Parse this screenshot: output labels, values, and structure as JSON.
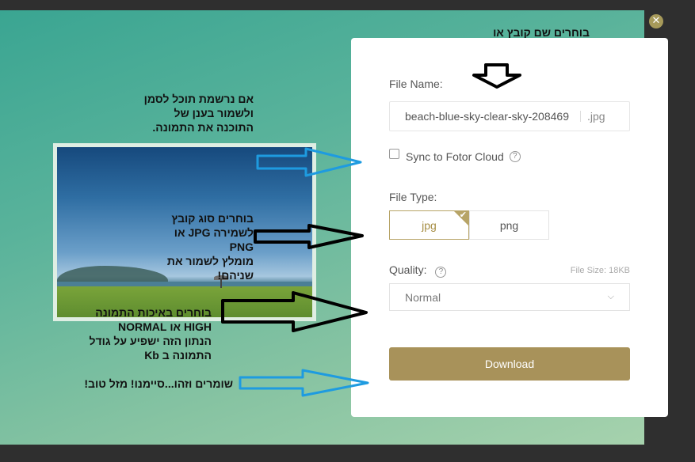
{
  "dialog": {
    "close_glyph": "✕",
    "file_name_label": "File Name:",
    "file_name_value": "beach-blue-sky-clear-sky-208469",
    "file_ext": ".jpg",
    "sync_label": "Sync to Fotor Cloud",
    "sync_checked": false,
    "help_glyph": "?",
    "file_type_label": "File Type:",
    "file_types": [
      {
        "label": "jpg",
        "selected": true
      },
      {
        "label": "png",
        "selected": false
      }
    ],
    "quality_label": "Quality:",
    "file_size": "File Size: 18KB",
    "quality_value": "Normal",
    "download_label": "Download"
  },
  "annotations": {
    "top": "בוחרים שם קובץ או\nמשאירים איך שהוא",
    "left_top": "אם נרשמת תוכל לסמן\nולשמור בענן של\nהתוכנה את התמונה.",
    "type": "בוחרים סוג קובץ\nלשמירה JPG או\nPNG\nמומלץ לשמור את\nשניהם!",
    "quality": "בוחרים באיכות התמונה\nHIGH או NORMAL\nהנתון הזה ישפיע על גודל\nהתמונה ב Kb",
    "done": "שומרים וזהו...סיימנו! מזל טוב!"
  },
  "colors": {
    "accent": "#a8925a",
    "selected_border": "#b7a467",
    "arrow_blue": "#1e9be0",
    "arrow_black": "#000000"
  }
}
